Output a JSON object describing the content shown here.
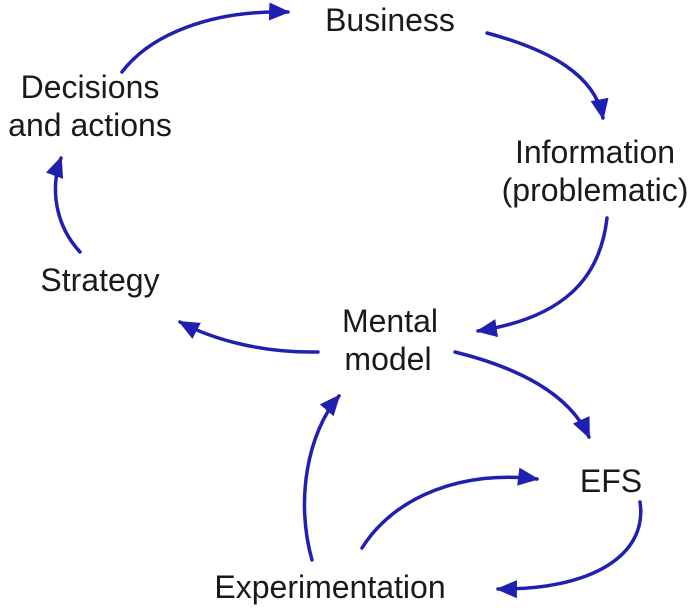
{
  "diagram": {
    "arrow_color": "#2020b0",
    "text_color": "#1a1a1a",
    "nodes": {
      "business": {
        "line1": "Business"
      },
      "decisions": {
        "line1": "Decisions",
        "line2": "and actions"
      },
      "information": {
        "line1": "Information",
        "line2": "(problematic)"
      },
      "strategy": {
        "line1": "Strategy"
      },
      "mental_model": {
        "line1": "Mental",
        "line2": "model"
      },
      "efs": {
        "line1": "EFS"
      },
      "experimentation": {
        "line1": "Experimentation"
      }
    },
    "edges": [
      {
        "from": "Decisions and actions",
        "to": "Business"
      },
      {
        "from": "Business",
        "to": "Information (problematic)"
      },
      {
        "from": "Information (problematic)",
        "to": "Mental model"
      },
      {
        "from": "Mental model",
        "to": "Strategy"
      },
      {
        "from": "Strategy",
        "to": "Decisions and actions"
      },
      {
        "from": "Mental model",
        "to": "EFS"
      },
      {
        "from": "Experimentation",
        "to": "Mental model"
      },
      {
        "from": "Experimentation",
        "to": "EFS"
      },
      {
        "from": "EFS",
        "to": "Experimentation"
      }
    ]
  }
}
